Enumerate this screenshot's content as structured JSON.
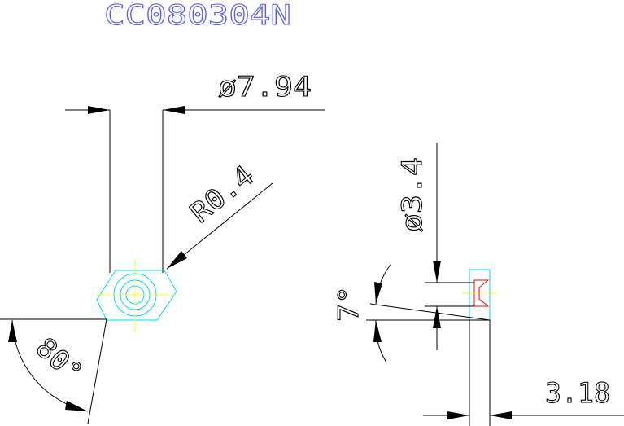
{
  "drawing": {
    "part_number": "CC080304N",
    "dimensions": {
      "inscribed_circle": "ø7.94",
      "corner_radius": "R0.4",
      "corner_angle": "80°",
      "hole_diameter": "ø3.4",
      "clearance_angle": "7°",
      "thickness": "3.18"
    }
  },
  "colors": {
    "title": "#5b5bff",
    "dimension_lines": "#000000",
    "insert_outline": "#00d8ff",
    "centerline": "#ffff00",
    "hole_section": "#ff0000",
    "background": "#ffffff"
  }
}
